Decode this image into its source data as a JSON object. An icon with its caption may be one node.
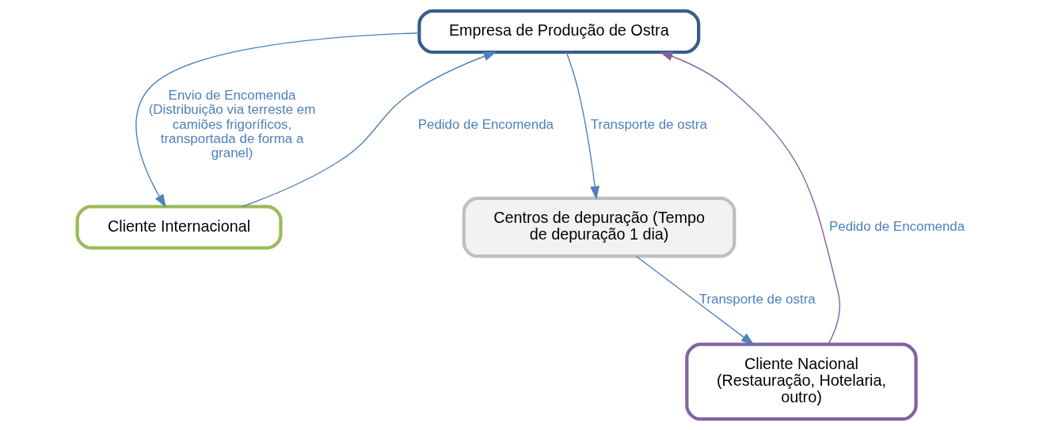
{
  "diagram": {
    "nodes": [
      {
        "text": [
          "Empresa de Produção de Ostra"
        ]
      },
      {
        "text": [
          "Cliente Internacional"
        ]
      },
      {
        "text": [
          "Centros de depuração (Tempo de depuração 1 dia)"
        ]
      },
      {
        "text": [
          "Cliente Nacional (Restauração, Hotelaria, outro)"
        ]
      }
    ],
    "edges": [
      {
        "from": 1,
        "to": 0,
        "arrow": "to",
        "label": "Pedido de Encomenda"
      },
      {
        "from": 0,
        "to": 1,
        "arrow": "to",
        "label": "Envio de Encomenda (Distribuição via terreste em camiões frigoríficos, transportada de forma a granel)"
      },
      {
        "from": 0,
        "to": 2,
        "arrow": "to",
        "label": "Transporte de ostra"
      },
      {
        "from": 2,
        "to": 3,
        "arrow": "to",
        "label": "Transporte de ostra"
      },
      {
        "from": 3,
        "to": 0,
        "arrow": "to",
        "label": "Pedido de Encomenda",
        "color": "#8064a2"
      }
    ]
  }
}
